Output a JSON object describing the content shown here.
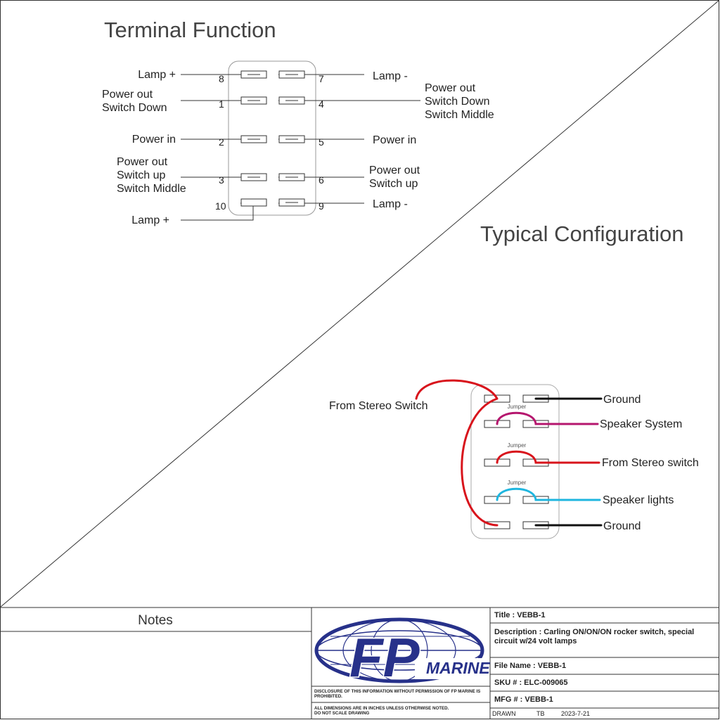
{
  "terminal_function": {
    "heading": "Terminal Function",
    "left_labels": [
      [
        "Lamp +"
      ],
      [
        "Power out",
        "Switch Down"
      ],
      [
        "Power in"
      ],
      [
        "Power out",
        "Switch up",
        "Switch Middle"
      ],
      [
        "Lamp +"
      ]
    ],
    "right_labels": [
      [
        "Lamp -"
      ],
      [
        "Power out",
        "Switch Down",
        "Switch Middle"
      ],
      [
        "Power in"
      ],
      [
        "Power out",
        "Switch up"
      ],
      [
        "Lamp -"
      ]
    ],
    "left_pins": [
      "8",
      "1",
      "2",
      "3",
      "10"
    ],
    "right_pins": [
      "7",
      "4",
      "5",
      "6",
      "9"
    ]
  },
  "typical_configuration": {
    "heading": "Typical Configuration",
    "from_stereo_left": "From Stereo Switch",
    "jumper_label": "Jumper",
    "right_labels": [
      "Ground",
      "Speaker System",
      "From Stereo switch",
      "Speaker lights",
      "Ground"
    ],
    "wire_colors": {
      "red": "#d8141c",
      "black": "#111111",
      "magenta": "#b5166e",
      "cyan": "#1fb6df"
    }
  },
  "title_block": {
    "notes_label": "Notes",
    "logo_text_fp": "FP",
    "logo_text_marine": "MARINE",
    "logo_color": "#27318a",
    "disclosure": "DISCLOSURE OF THIS INFORMATION WITHOUT PERMISSION OF FP MARINE IS PROHIBITED.",
    "dimensions_note_1": "ALL DIMENSIONS ARE IN INCHES UNLESS OTHERWISE NOTED.",
    "dimensions_note_2": "DO NOT SCALE DRAWING",
    "title": "Title : VEBB-1",
    "description": [
      "Description : Carling ON/ON/ON rocker switch, special",
      "circuit w/24 volt lamps"
    ],
    "file_name": "File Name : VEBB-1",
    "sku": "SKU # : ELC-009065",
    "mfg": "MFG # : VEBB-1",
    "drawn_label": "DRAWN",
    "drawn_by": "TB",
    "drawn_date": "2023-7-21"
  }
}
